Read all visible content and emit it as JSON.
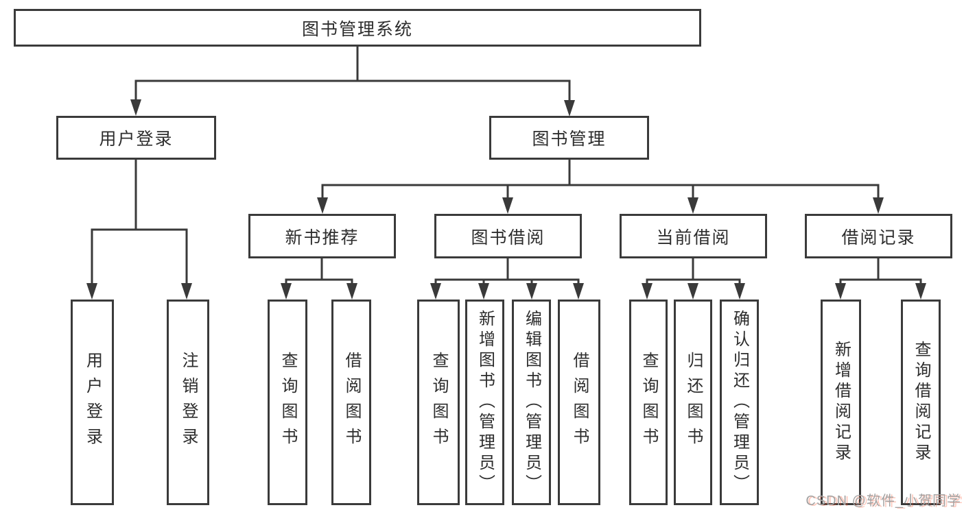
{
  "title": "图书管理系统",
  "tree": {
    "label": "图书管理系统",
    "children": [
      {
        "label": "用户登录",
        "children": [
          {
            "label": "用户登录"
          },
          {
            "label": "注销登录"
          }
        ]
      },
      {
        "label": "图书管理",
        "children": [
          {
            "label": "新书推荐",
            "children": [
              {
                "label": "查询图书"
              },
              {
                "label": "借阅图书"
              }
            ]
          },
          {
            "label": "图书借阅",
            "children": [
              {
                "label": "查询图书"
              },
              {
                "label": "新增图书（管理员）"
              },
              {
                "label": "编辑图书（管理员）"
              },
              {
                "label": "借阅图书"
              }
            ]
          },
          {
            "label": "当前借阅",
            "children": [
              {
                "label": "查询图书"
              },
              {
                "label": "归还图书"
              },
              {
                "label": "确认归还（管理员）"
              }
            ]
          },
          {
            "label": "借阅记录",
            "children": [
              {
                "label": "新增借阅记录"
              },
              {
                "label": "查询借阅记录"
              }
            ]
          }
        ]
      }
    ]
  },
  "watermark": {
    "text": "CSDN @软件_小贺同学"
  },
  "colors": {
    "line": "#3a3a3a",
    "text": "#2d2d2d",
    "background": "#ffffff",
    "watermark_gray": "#a3a3a3",
    "watermark_accent": "#fc5531"
  }
}
